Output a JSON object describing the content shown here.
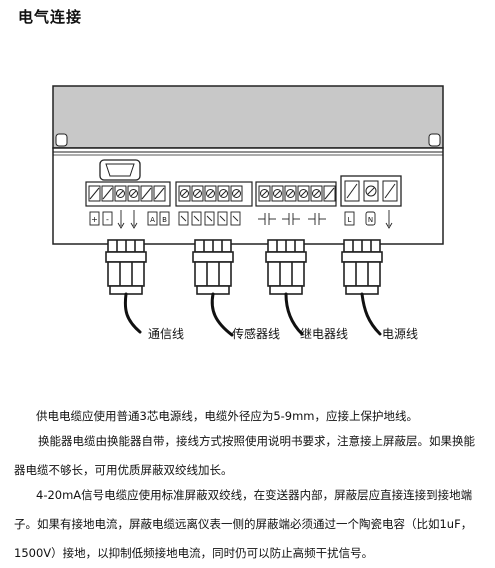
{
  "title": "电气连接",
  "cable_labels": {
    "comm": "通信线",
    "sensor": "传感器线",
    "relay": "继电器线",
    "power": "电源线"
  },
  "terminal_glyphs": {
    "plus": "+",
    "minus": "-",
    "a": "A",
    "b": "B",
    "l": "L",
    "n": "N"
  },
  "paragraphs": [
    "供电电缆应使用普通3芯电源线，电缆外径应为5-9mm，应接上保护地线。",
    "换能器电缆由换能器自带，接线方式按照使用说明书要求，注意接上屏蔽层。如果换能器电缆不够长，可用优质屏蔽双绞线加长。",
    "4-20mA信号电缆应使用标准屏蔽双绞线，在变送器内部，屏蔽层应直接连接到接地端子。如果有接地电流，屏蔽电缆远离仪表一侧的屏蔽端必须通过一个陶瓷电容（比如1uF，1500V）接地，以抑制低频接地电流，同时仍可以防止高频干扰信号。"
  ]
}
